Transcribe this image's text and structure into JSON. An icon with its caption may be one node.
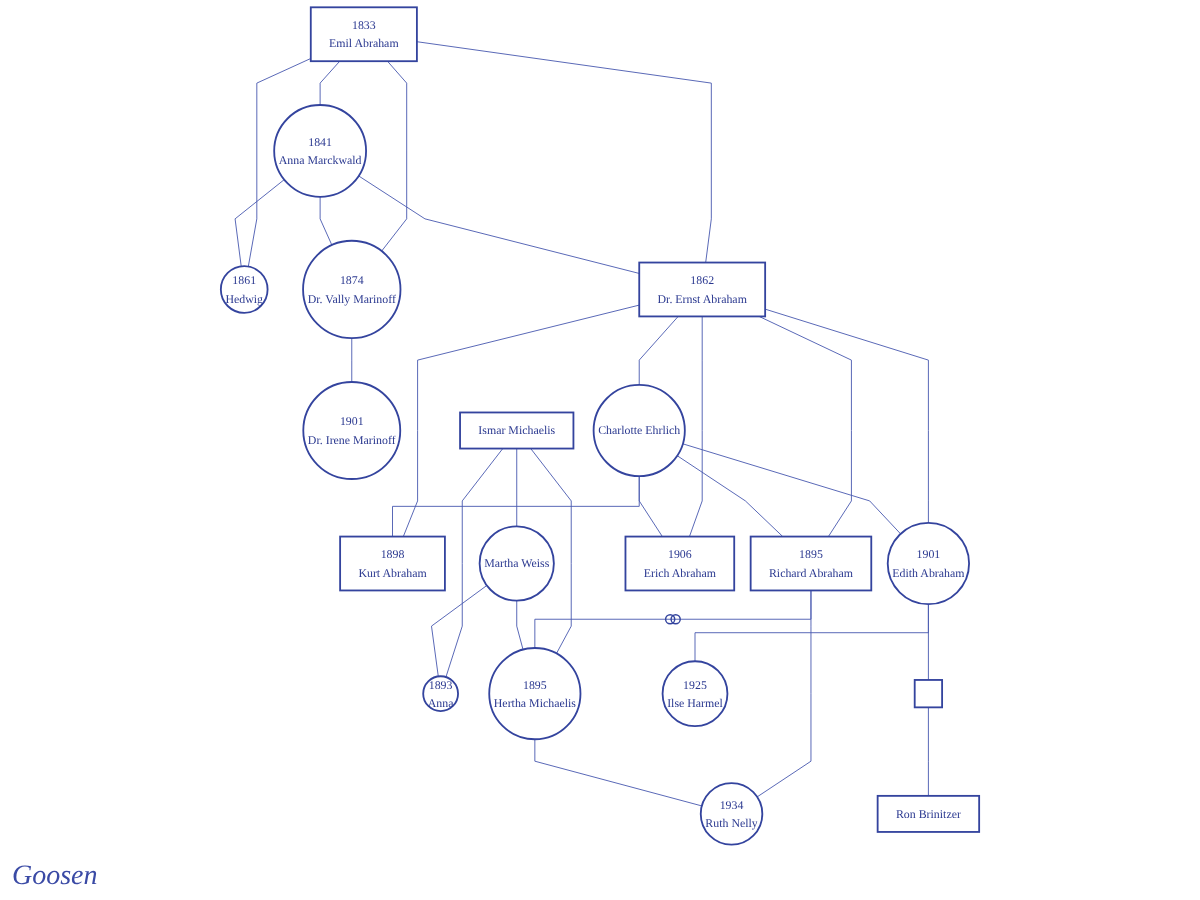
{
  "diagram": {
    "nodes": [
      {
        "text": [
          "1833",
          "Emil Abraham"
        ]
      },
      {
        "text": [
          "1841",
          "Anna Marckwald"
        ]
      },
      {
        "text": [
          "1861",
          "Hedwig"
        ]
      },
      {
        "text": [
          "1862",
          "Dr. Ernst Abraham"
        ]
      },
      {
        "text": [
          "1874",
          "Dr. Vally Marinoff"
        ]
      },
      {
        "text": [
          "1901",
          "Dr. Irene Marinoff"
        ]
      },
      {
        "text": [
          "Charlotte Ehrlich"
        ]
      },
      {
        "text": [
          "1898",
          "Kurt Abraham"
        ]
      },
      {
        "text": [
          "Ismar Michaelis"
        ]
      },
      {
        "text": [
          "Martha Weiss"
        ]
      },
      {
        "text": [
          "1906",
          "Erich Abraham"
        ]
      },
      {
        "text": [
          "1893",
          "Anna"
        ]
      },
      {
        "text": [
          "1895",
          "Richard Abraham"
        ]
      },
      {
        "text": [
          "1895",
          "Hertha Michaelis"
        ]
      },
      {
        "text": [
          "1901",
          "Edith Abraham"
        ]
      },
      {
        "text": [
          "1925",
          "Ilse Harmel"
        ]
      },
      {
        "text": [],
        "shape": "box"
      },
      {
        "text": [
          "1934",
          "Ruth Nelly"
        ]
      },
      {
        "text": [
          "Ron Brinitzer"
        ]
      }
    ],
    "edges": [
      {
        "from": 0,
        "to": 1,
        "arrow": "none"
      },
      {
        "from": 0,
        "to": 2,
        "arrow": "none"
      },
      {
        "from": 1,
        "to": 2,
        "arrow": "none"
      },
      {
        "from": 0,
        "to": 3,
        "arrow": "none"
      },
      {
        "from": 1,
        "to": 3,
        "arrow": "none"
      },
      {
        "from": 0,
        "to": 4,
        "arrow": "none"
      },
      {
        "from": 1,
        "to": 4,
        "arrow": "none"
      },
      {
        "from": 4,
        "to": 5,
        "arrow": "none"
      },
      {
        "from": 3,
        "to": 6,
        "arrow": "none"
      },
      {
        "from": 3,
        "to": 7,
        "arrow": "none"
      },
      {
        "from": 6,
        "to": 7,
        "arrow": "none"
      },
      {
        "from": 3,
        "to": 12,
        "arrow": "none"
      },
      {
        "from": 6,
        "to": 12,
        "arrow": "none"
      },
      {
        "from": 3,
        "to": 14,
        "arrow": "none"
      },
      {
        "from": 6,
        "to": 14,
        "arrow": "none"
      },
      {
        "from": 3,
        "to": 10,
        "arrow": "none"
      },
      {
        "from": 6,
        "to": 10,
        "arrow": "none"
      },
      {
        "from": 8,
        "to": 9,
        "arrow": "none"
      },
      {
        "from": 8,
        "to": 11,
        "arrow": "none"
      },
      {
        "from": 9,
        "to": 11,
        "arrow": "none"
      },
      {
        "from": 8,
        "to": 13,
        "arrow": "none"
      },
      {
        "from": 9,
        "to": 13,
        "arrow": "none"
      },
      {
        "from": 12,
        "to": 13,
        "arrow": "none"
      },
      {
        "from": 12,
        "to": 17,
        "arrow": "none"
      },
      {
        "from": 13,
        "to": 17,
        "arrow": "none"
      },
      {
        "from": 14,
        "to": 16,
        "arrow": "none"
      },
      {
        "from": 14,
        "to": 15,
        "arrow": "none"
      },
      {
        "from": 16,
        "to": 18,
        "arrow": "none"
      }
    ],
    "labels": [
      "Goosen"
    ]
  }
}
